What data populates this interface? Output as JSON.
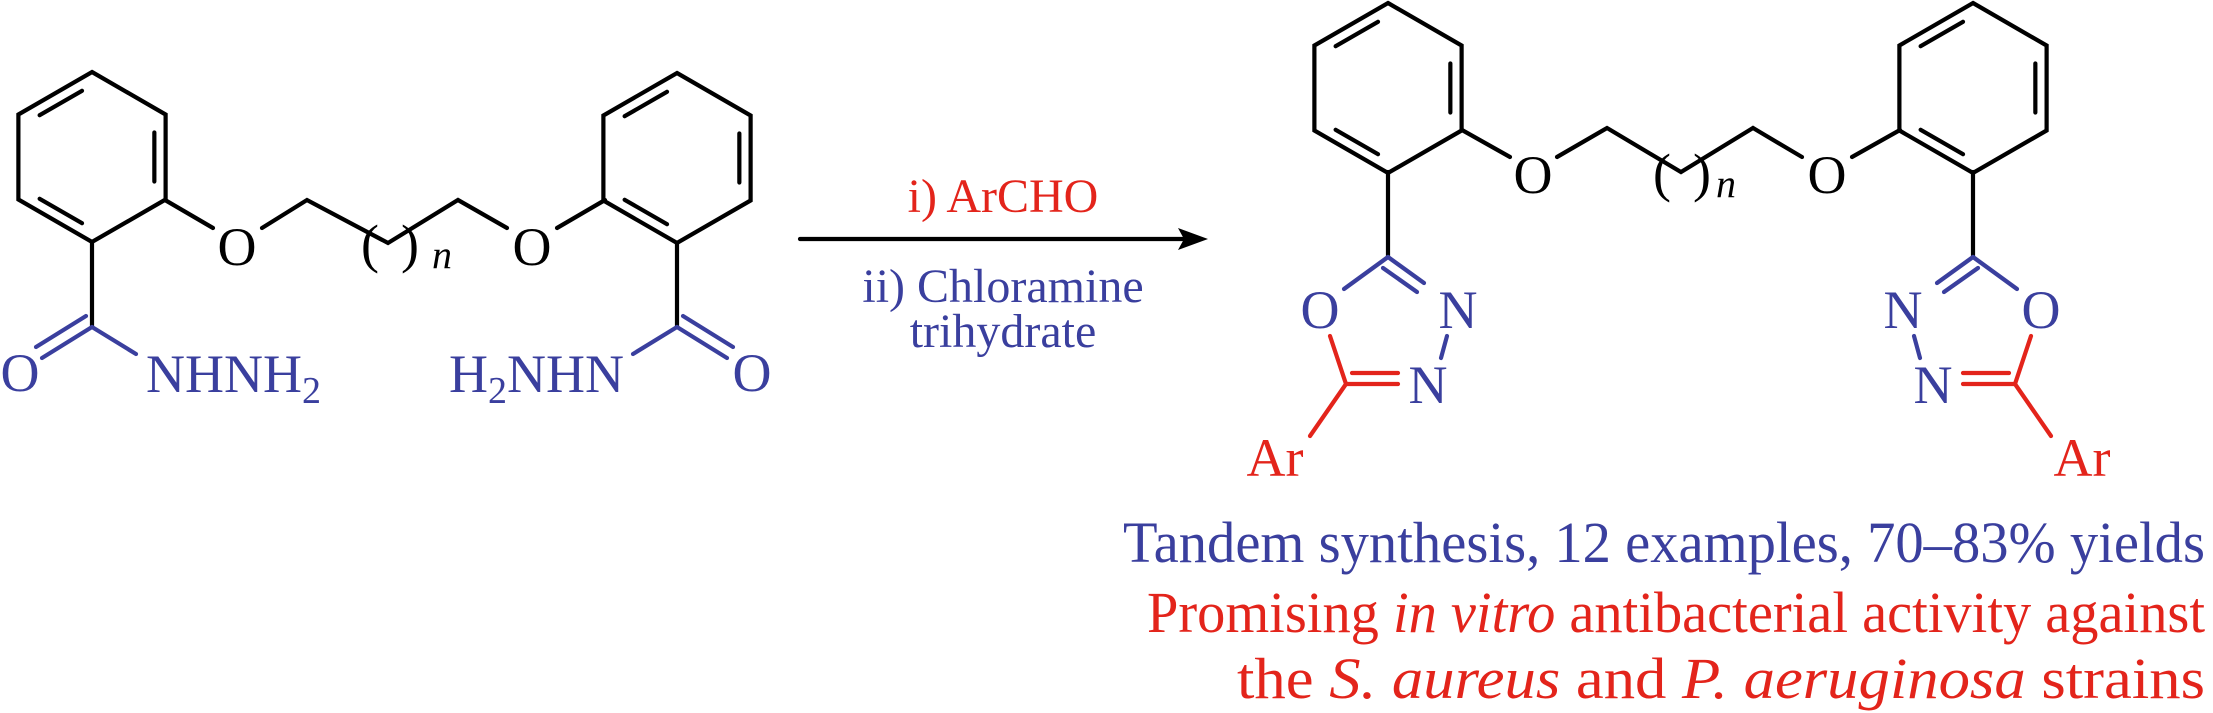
{
  "reactant": {
    "ether_o_left": "O",
    "ether_o_right": "O",
    "repeat_open": "(",
    "repeat_close": ")",
    "repeat_n": "n",
    "carbonyl_o_left": "O",
    "carbonyl_o_right": "O",
    "hydrazide_left_main": "NHNH",
    "hydrazide_left_sub": "2",
    "hydrazide_right_pre": "H",
    "hydrazide_right_sub": "2",
    "hydrazide_right_post": "NHN"
  },
  "reagents": {
    "step1": "i) ArCHO",
    "step2_line1": "ii) Chloramine",
    "step2_line2": "trihydrate"
  },
  "product": {
    "ether_o_left": "O",
    "ether_o_right": "O",
    "repeat_open": "(",
    "repeat_close": ")",
    "repeat_n": "n",
    "left_ring": {
      "o": "O",
      "n3": "N",
      "n4": "N",
      "ar": "Ar"
    },
    "right_ring": {
      "o": "O",
      "n3": "N",
      "n4": "N",
      "ar": "Ar"
    }
  },
  "summary": {
    "line1": "Tandem synthesis, 12 examples, 70–83% yields",
    "line2": {
      "a": "Promising ",
      "b_italic": "in vitro",
      "c": " antibacterial activity against"
    },
    "line3": {
      "a": "the ",
      "b_italic": "S. aureus",
      "c": " and ",
      "d_italic": "P. aeruginosa",
      "e": " strains"
    }
  },
  "colors": {
    "bond": "#000000",
    "heteroatom_blue": "#3a3f9e",
    "aryl_red": "#e3241b"
  }
}
